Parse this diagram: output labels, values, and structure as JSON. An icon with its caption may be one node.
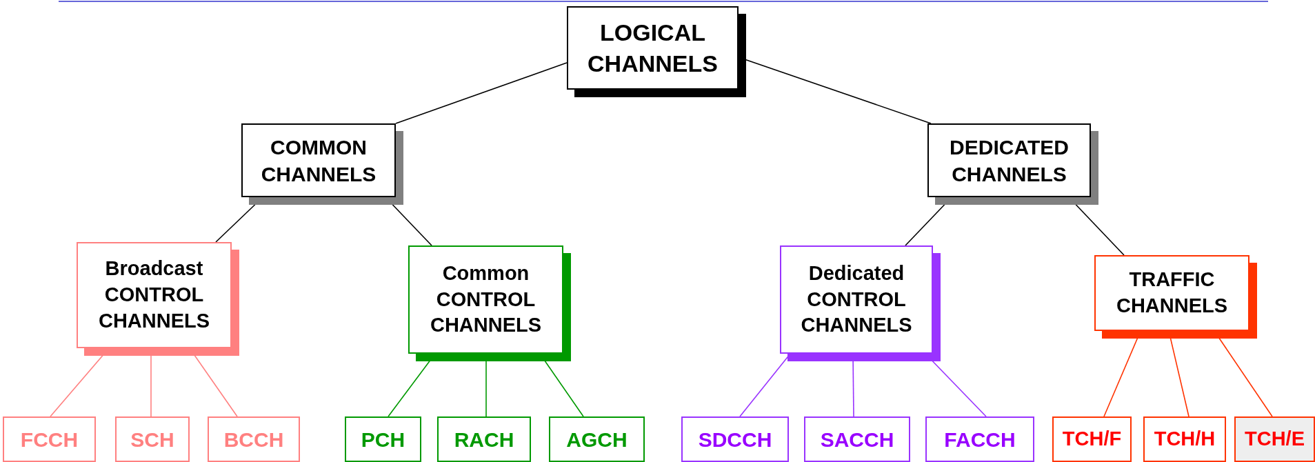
{
  "diagram": {
    "nodes": [
      {
        "text": [
          "LOGICAL CHANNELS"
        ]
      },
      {
        "text": [
          "COMMON CHANNELS"
        ]
      },
      {
        "text": [
          "DEDICATED CHANNELS"
        ]
      },
      {
        "text": [
          "Broadcast CONTROL CHANNELS"
        ]
      },
      {
        "text": [
          "Common CONTROL CHANNELS"
        ]
      },
      {
        "text": [
          "Dedicated CONTROL CHANNELS"
        ]
      },
      {
        "text": [
          "TRAFFIC CHANNELS"
        ]
      },
      {
        "text": [
          "FCCH"
        ]
      },
      {
        "text": [
          "SCH"
        ]
      },
      {
        "text": [
          "BCCH"
        ]
      },
      {
        "text": [
          "PCH"
        ]
      },
      {
        "text": [
          "RACH"
        ]
      },
      {
        "text": [
          "AGCH"
        ]
      },
      {
        "text": [
          "SDCCH"
        ]
      },
      {
        "text": [
          "SACCH"
        ]
      },
      {
        "text": [
          "FACCH"
        ]
      },
      {
        "text": [
          "TCH/F"
        ]
      },
      {
        "text": [
          "TCH/H"
        ]
      },
      {
        "text": [
          "TCH/E"
        ]
      }
    ],
    "edges": [
      {
        "from": 0,
        "to": 1,
        "arrow": "none"
      },
      {
        "from": 0,
        "to": 2,
        "arrow": "none"
      },
      {
        "from": 1,
        "to": 3,
        "arrow": "none"
      },
      {
        "from": 1,
        "to": 4,
        "arrow": "none"
      },
      {
        "from": 2,
        "to": 5,
        "arrow": "none"
      },
      {
        "from": 2,
        "to": 6,
        "arrow": "none"
      },
      {
        "from": 3,
        "to": 7,
        "arrow": "none",
        "color": "#ff8080"
      },
      {
        "from": 3,
        "to": 8,
        "arrow": "none",
        "color": "#ff8080"
      },
      {
        "from": 3,
        "to": 9,
        "arrow": "none",
        "color": "#ff8080"
      },
      {
        "from": 4,
        "to": 10,
        "arrow": "none",
        "color": "#009900"
      },
      {
        "from": 4,
        "to": 11,
        "arrow": "none",
        "color": "#009900"
      },
      {
        "from": 4,
        "to": 12,
        "arrow": "none",
        "color": "#009900"
      },
      {
        "from": 5,
        "to": 13,
        "arrow": "none",
        "color": "#9933ff"
      },
      {
        "from": 5,
        "to": 14,
        "arrow": "none",
        "color": "#9933ff"
      },
      {
        "from": 5,
        "to": 15,
        "arrow": "none",
        "color": "#9933ff"
      },
      {
        "from": 6,
        "to": 16,
        "arrow": "none",
        "color": "#ff3300"
      },
      {
        "from": 6,
        "to": 17,
        "arrow": "none",
        "color": "#ff3300"
      },
      {
        "from": 6,
        "to": 18,
        "arrow": "none",
        "color": "#ff3300"
      }
    ]
  }
}
